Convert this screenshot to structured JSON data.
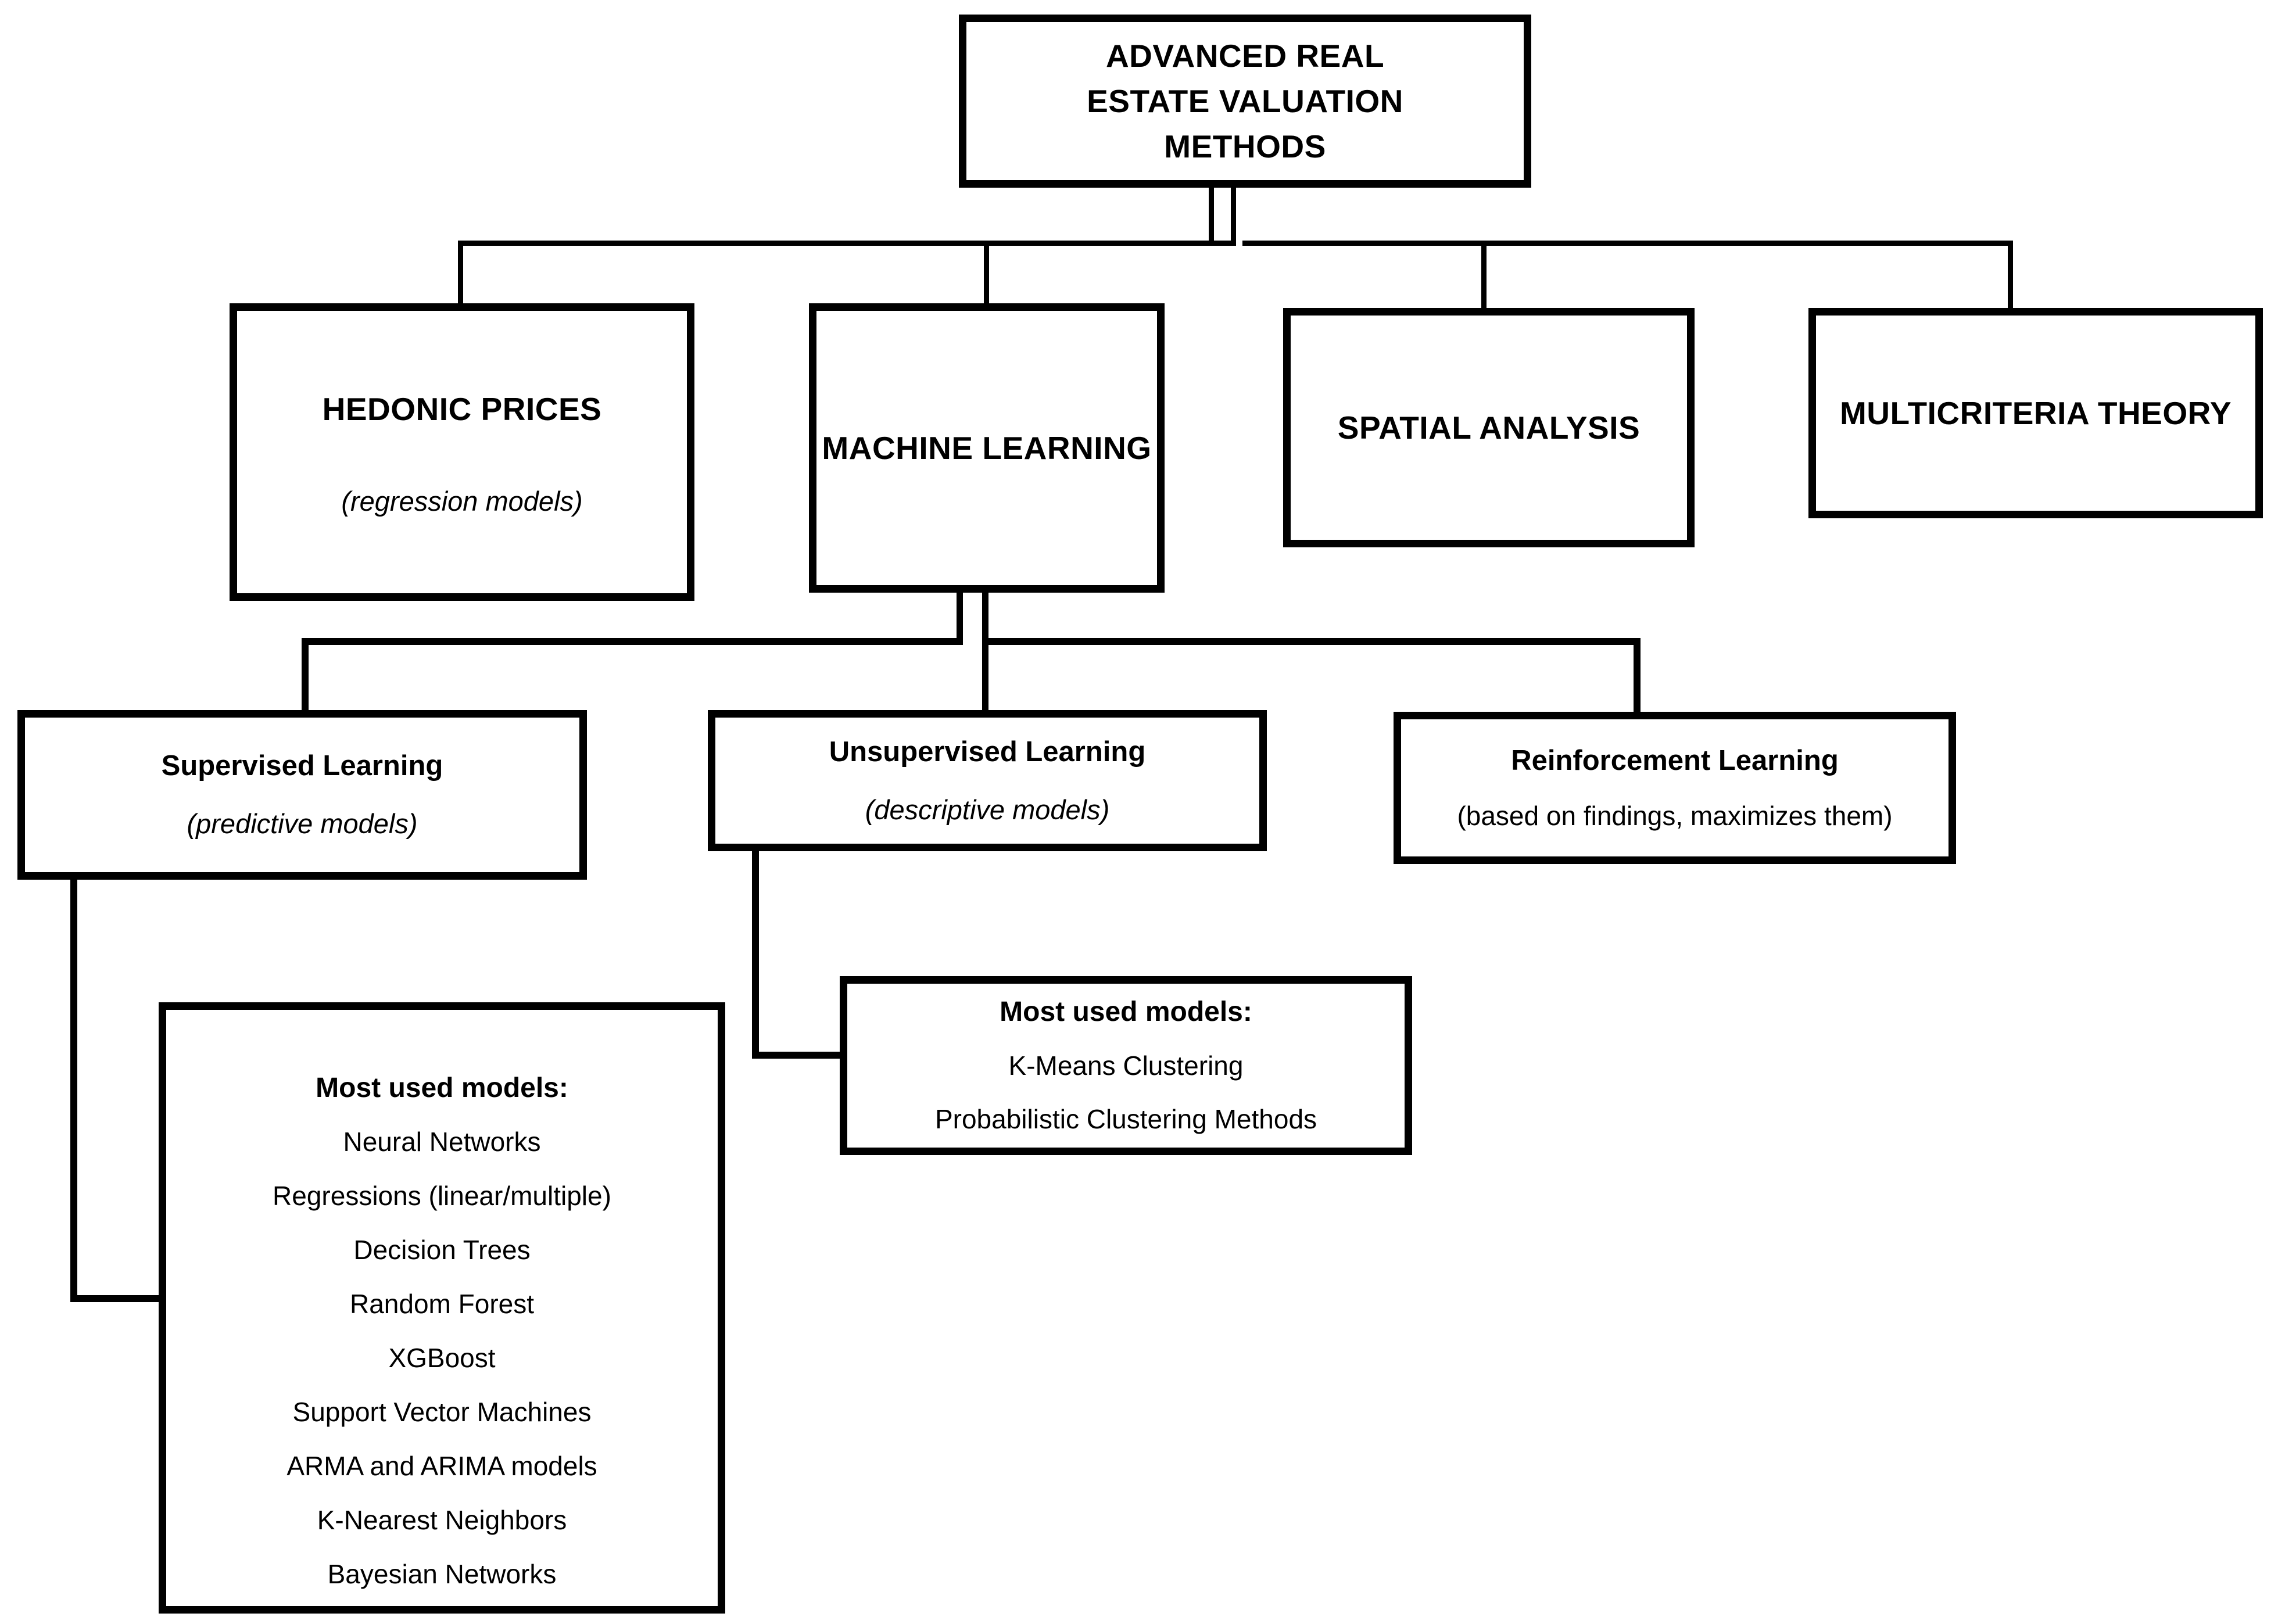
{
  "colors": {
    "background": "#ffffff",
    "line": "#000000",
    "text": "#000000"
  },
  "diagram": {
    "root": {
      "label": "ADVANCED REAL ESTATE VALUATION METHODS"
    },
    "categories": [
      {
        "label": "HEDONIC PRICES",
        "sublabel": "(regression models)"
      },
      {
        "label": "MACHINE LEARNING",
        "sublabel": ""
      },
      {
        "label": "SPATIAL ANALYSIS",
        "sublabel": ""
      },
      {
        "label": "MULTICRITERIA THEORY",
        "sublabel": ""
      }
    ],
    "ml_branches": [
      {
        "label": "Supervised Learning",
        "sublabel": "(predictive models)"
      },
      {
        "label": "Unsupervised Learning",
        "sublabel": "(descriptive models)"
      },
      {
        "label": "Reinforcement Learning",
        "sublabel": "(based on findings, maximizes them)"
      }
    ],
    "supervised_models": {
      "heading": "Most used models:",
      "items": [
        "Neural Networks",
        "Regressions (linear/multiple)",
        "Decision Trees",
        "Random Forest",
        "XGBoost",
        "Support Vector Machines",
        "ARMA and ARIMA models",
        "K-Nearest Neighbors",
        "Bayesian Networks"
      ]
    },
    "unsupervised_models": {
      "heading": "Most used models:",
      "items": [
        "K-Means Clustering",
        "Probabilistic Clustering Methods"
      ]
    }
  }
}
